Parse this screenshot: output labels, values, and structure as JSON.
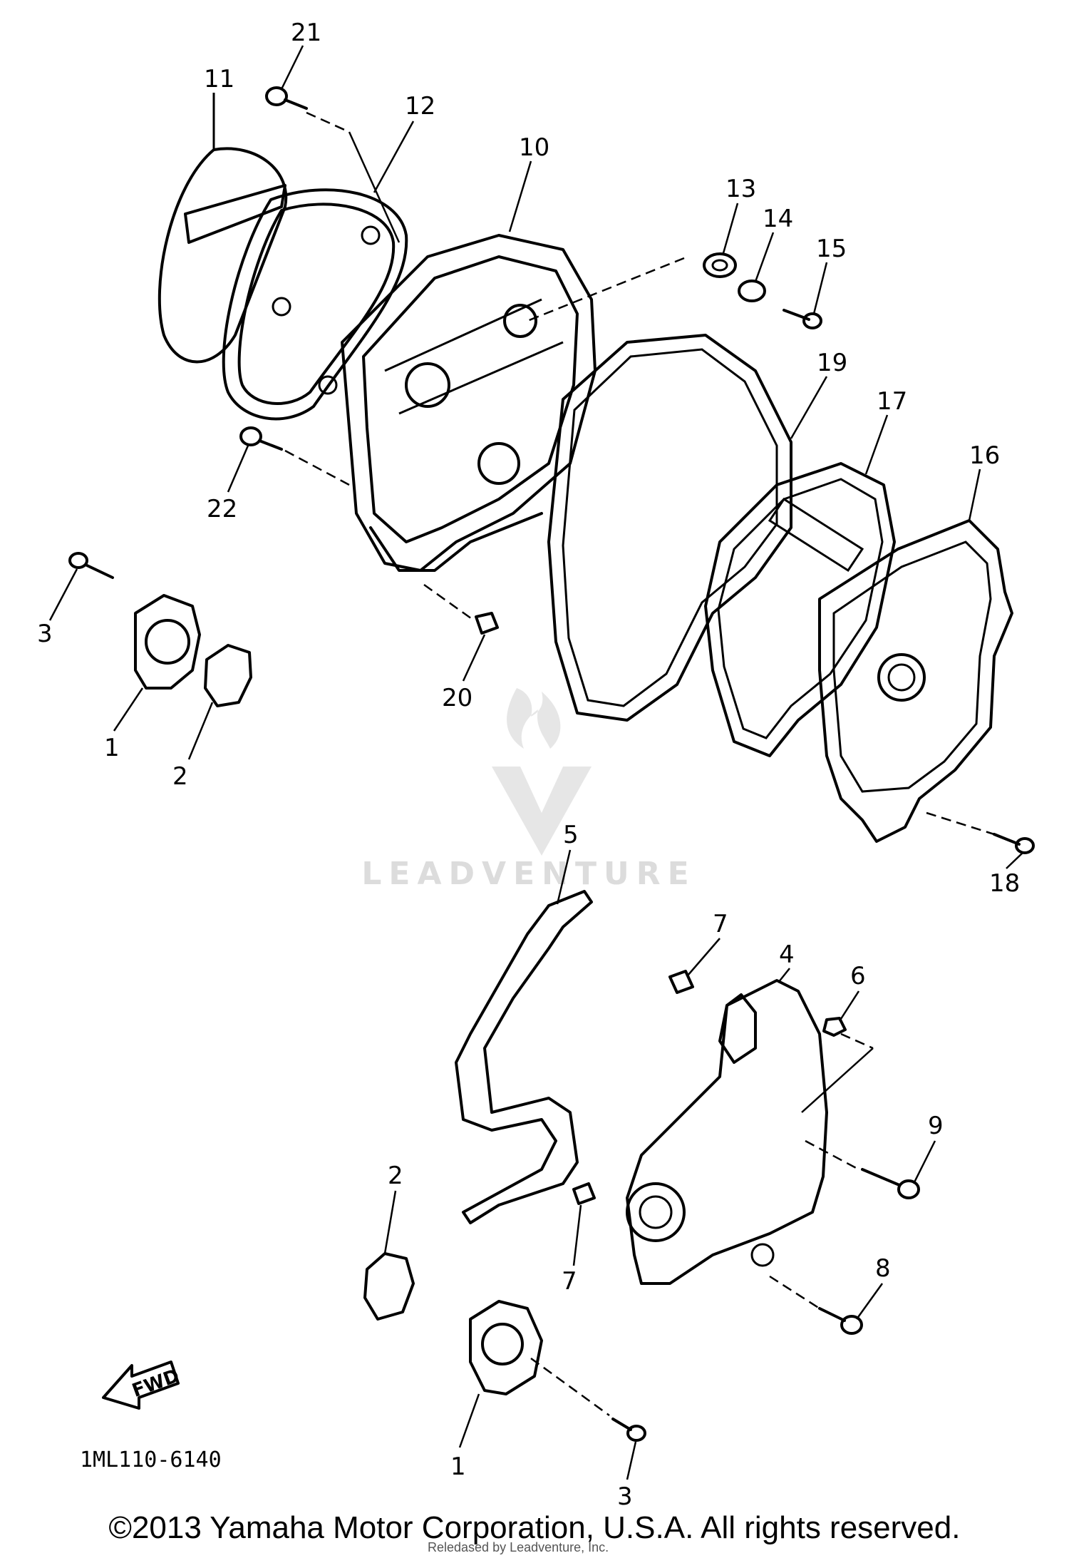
{
  "diagram_code": "1ML110-6140",
  "copyright": "©2013 Yamaha Motor Corporation, U.S.A. All rights reserved.",
  "overlay_credit": "Reledased by Leadventure, Inc.",
  "watermark": {
    "text": "LEADVENTURE",
    "icon": "flame-v-logo-icon"
  },
  "fwd_label": "FWD",
  "callouts": {
    "c1a": "1",
    "c1b": "1",
    "c2a": "2",
    "c2b": "2",
    "c3a": "3",
    "c3b": "3",
    "c4": "4",
    "c5": "5",
    "c6": "6",
    "c7a": "7",
    "c7b": "7",
    "c8": "8",
    "c9": "9",
    "c10": "10",
    "c11": "11",
    "c12": "12",
    "c13": "13",
    "c14": "14",
    "c15": "15",
    "c16": "16",
    "c17": "17",
    "c18": "18",
    "c19": "19",
    "c20": "20",
    "c21": "21",
    "c22": "22"
  }
}
